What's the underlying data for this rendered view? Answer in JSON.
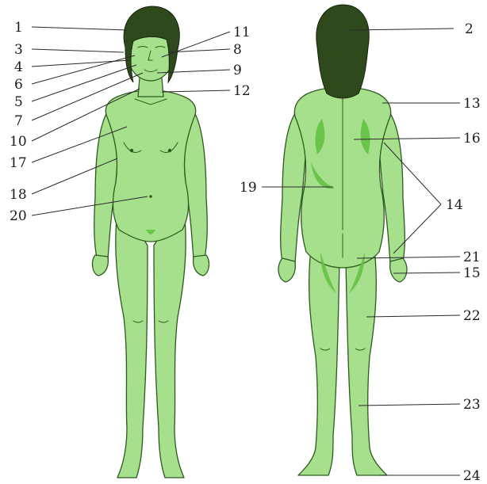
{
  "labels": {
    "l1": "1",
    "l2": "2",
    "l3": "3",
    "l4": "4",
    "l5": "5",
    "l6": "6",
    "l7": "7",
    "l8": "8",
    "l9": "9",
    "l10": "10",
    "l11": "11",
    "l12": "12",
    "l13": "13",
    "l14": "14",
    "l15": "15",
    "l16": "16",
    "l17": "17",
    "l18": "18",
    "l19": "19",
    "l20": "20",
    "l21": "21",
    "l22": "22",
    "l23": "23",
    "l24": "24"
  },
  "colors": {
    "skin": "#a6e08c",
    "shade": "#5fbf3e",
    "hair": "#2e4a1c",
    "outline": "#2d5a1e"
  }
}
